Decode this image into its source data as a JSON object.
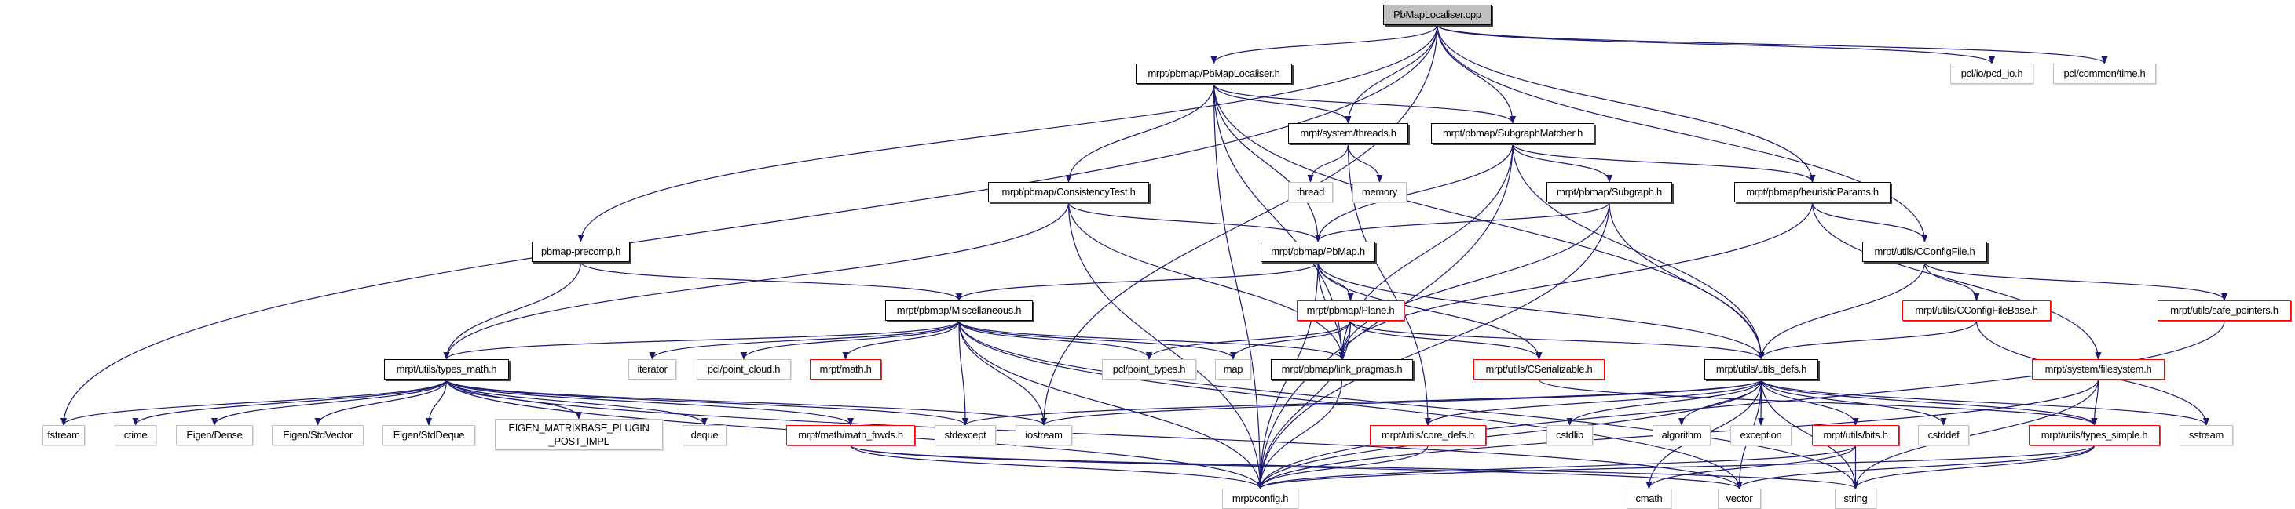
{
  "colors": {
    "edge": "#191970",
    "red_border": "#ff0000",
    "external_border": "#bfbfbf",
    "root_fill": "#bfbfbf"
  },
  "nodes": {
    "root": "PbMapLocaliser.cpp",
    "PbMapLocaliser_h": "mrpt/pbmap/PbMapLocaliser.h",
    "pcd_io": "pcl/io/pcd_io.h",
    "time_h": "pcl/common/time.h",
    "threads": "mrpt/system/threads.h",
    "SubgraphMatcher": "mrpt/pbmap/SubgraphMatcher.h",
    "thread": "thread",
    "memory": "memory",
    "ConsistencyTest": "mrpt/pbmap/ConsistencyTest.h",
    "Subgraph": "mrpt/pbmap/Subgraph.h",
    "heuristicParams": "mrpt/pbmap/heuristicParams.h",
    "precomp": "pbmap-precomp.h",
    "PbMap": "mrpt/pbmap/PbMap.h",
    "CConfigFile": "mrpt/utils/CConfigFile.h",
    "Miscellaneous": "mrpt/pbmap/Miscellaneous.h",
    "Plane": "mrpt/pbmap/Plane.h",
    "CConfigFileBase": "mrpt/utils/CConfigFileBase.h",
    "safe_pointers": "mrpt/utils/safe_pointers.h",
    "types_math": "mrpt/utils/types_math.h",
    "iterator": "iterator",
    "point_cloud": "pcl/point_cloud.h",
    "math_h": "mrpt/math.h",
    "point_types": "pcl/point_types.h",
    "map": "map",
    "link_pragmas": "mrpt/pbmap/link_pragmas.h",
    "CSerializable": "mrpt/utils/CSerializable.h",
    "utils_defs": "mrpt/utils/utils_defs.h",
    "filesystem": "mrpt/system/filesystem.h",
    "fstream": "fstream",
    "ctime": "ctime",
    "Dense": "Eigen/Dense",
    "StdVector": "Eigen/StdVector",
    "StdDeque": "Eigen/StdDeque",
    "EIGEN": "EIGEN_MATRIXBASE_PLUGIN\n_POST_IMPL",
    "deque": "deque",
    "math_frwds": "mrpt/math/math_frwds.h",
    "stdexcept": "stdexcept",
    "iostream": "iostream",
    "core_defs": "mrpt/utils/core_defs.h",
    "cstdlib": "cstdlib",
    "algorithm": "algorithm",
    "exception": "exception",
    "bits": "mrpt/utils/bits.h",
    "cstddef": "cstddef",
    "types_simple": "mrpt/utils/types_simple.h",
    "sstream": "sstream",
    "config": "mrpt/config.h",
    "cmath": "cmath",
    "vector": "vector",
    "string": "string"
  },
  "edges": [
    [
      "root",
      "PbMapLocaliser_h"
    ],
    [
      "root",
      "pcd_io"
    ],
    [
      "root",
      "time_h"
    ],
    [
      "root",
      "threads"
    ],
    [
      "root",
      "SubgraphMatcher"
    ],
    [
      "root",
      "heuristicParams"
    ],
    [
      "root",
      "CConfigFile"
    ],
    [
      "root",
      "fstream"
    ],
    [
      "root",
      "precomp"
    ],
    [
      "root",
      "iostream"
    ],
    [
      "PbMapLocaliser_h",
      "threads"
    ],
    [
      "PbMapLocaliser_h",
      "SubgraphMatcher"
    ],
    [
      "PbMapLocaliser_h",
      "ConsistencyTest"
    ],
    [
      "PbMapLocaliser_h",
      "PbMap"
    ],
    [
      "PbMapLocaliser_h",
      "link_pragmas"
    ],
    [
      "PbMapLocaliser_h",
      "utils_defs"
    ],
    [
      "PbMapLocaliser_h",
      "config"
    ],
    [
      "threads",
      "thread"
    ],
    [
      "threads",
      "memory"
    ],
    [
      "threads",
      "core_defs"
    ],
    [
      "SubgraphMatcher",
      "Subgraph"
    ],
    [
      "SubgraphMatcher",
      "heuristicParams"
    ],
    [
      "SubgraphMatcher",
      "PbMap"
    ],
    [
      "SubgraphMatcher",
      "link_pragmas"
    ],
    [
      "SubgraphMatcher",
      "utils_defs"
    ],
    [
      "SubgraphMatcher",
      "config"
    ],
    [
      "Subgraph",
      "PbMap"
    ],
    [
      "Subgraph",
      "link_pragmas"
    ],
    [
      "Subgraph",
      "utils_defs"
    ],
    [
      "Subgraph",
      "config"
    ],
    [
      "heuristicParams",
      "CConfigFile"
    ],
    [
      "heuristicParams",
      "link_pragmas"
    ],
    [
      "heuristicParams",
      "filesystem"
    ],
    [
      "ConsistencyTest",
      "PbMap"
    ],
    [
      "ConsistencyTest",
      "types_math"
    ],
    [
      "ConsistencyTest",
      "link_pragmas"
    ],
    [
      "ConsistencyTest",
      "config"
    ],
    [
      "precomp",
      "types_math"
    ],
    [
      "precomp",
      "Miscellaneous"
    ],
    [
      "PbMap",
      "Miscellaneous"
    ],
    [
      "PbMap",
      "Plane"
    ],
    [
      "PbMap",
      "link_pragmas"
    ],
    [
      "PbMap",
      "CSerializable"
    ],
    [
      "PbMap",
      "utils_defs"
    ],
    [
      "PbMap",
      "config"
    ],
    [
      "CConfigFile",
      "CConfigFileBase"
    ],
    [
      "CConfigFile",
      "safe_pointers"
    ],
    [
      "CConfigFile",
      "utils_defs"
    ],
    [
      "Miscellaneous",
      "types_math"
    ],
    [
      "Miscellaneous",
      "iterator"
    ],
    [
      "Miscellaneous",
      "point_cloud"
    ],
    [
      "Miscellaneous",
      "math_h"
    ],
    [
      "Miscellaneous",
      "point_types"
    ],
    [
      "Miscellaneous",
      "map"
    ],
    [
      "Miscellaneous",
      "link_pragmas"
    ],
    [
      "Miscellaneous",
      "stdexcept"
    ],
    [
      "Miscellaneous",
      "iostream"
    ],
    [
      "Miscellaneous",
      "config"
    ],
    [
      "Miscellaneous",
      "vector"
    ],
    [
      "Miscellaneous",
      "string"
    ],
    [
      "Plane",
      "point_types"
    ],
    [
      "Plane",
      "map"
    ],
    [
      "Plane",
      "link_pragmas"
    ],
    [
      "Plane",
      "CSerializable"
    ],
    [
      "Plane",
      "utils_defs"
    ],
    [
      "Plane",
      "config"
    ],
    [
      "CConfigFileBase",
      "utils_defs"
    ],
    [
      "CConfigFileBase",
      "sstream"
    ],
    [
      "safe_pointers",
      "config"
    ],
    [
      "filesystem",
      "types_simple"
    ],
    [
      "filesystem",
      "config"
    ],
    [
      "filesystem",
      "string"
    ],
    [
      "types_math",
      "fstream"
    ],
    [
      "types_math",
      "ctime"
    ],
    [
      "types_math",
      "Dense"
    ],
    [
      "types_math",
      "StdVector"
    ],
    [
      "types_math",
      "StdDeque"
    ],
    [
      "types_math",
      "EIGEN"
    ],
    [
      "types_math",
      "deque"
    ],
    [
      "types_math",
      "math_frwds"
    ],
    [
      "types_math",
      "stdexcept"
    ],
    [
      "types_math",
      "iostream"
    ],
    [
      "types_math",
      "config"
    ],
    [
      "types_math",
      "vector"
    ],
    [
      "link_pragmas",
      "config"
    ],
    [
      "CSerializable",
      "types_simple"
    ],
    [
      "utils_defs",
      "core_defs"
    ],
    [
      "utils_defs",
      "cstdlib"
    ],
    [
      "utils_defs",
      "algorithm"
    ],
    [
      "utils_defs",
      "exception"
    ],
    [
      "utils_defs",
      "bits"
    ],
    [
      "utils_defs",
      "cstddef"
    ],
    [
      "utils_defs",
      "types_simple"
    ],
    [
      "utils_defs",
      "sstream"
    ],
    [
      "utils_defs",
      "stdexcept"
    ],
    [
      "utils_defs",
      "iostream"
    ],
    [
      "utils_defs",
      "config"
    ],
    [
      "utils_defs",
      "cmath"
    ],
    [
      "utils_defs",
      "vector"
    ],
    [
      "utils_defs",
      "string"
    ],
    [
      "math_frwds",
      "config"
    ],
    [
      "math_frwds",
      "string"
    ],
    [
      "math_frwds",
      "vector"
    ],
    [
      "core_defs",
      "config"
    ],
    [
      "bits",
      "config"
    ],
    [
      "bits",
      "cmath"
    ],
    [
      "bits",
      "string"
    ],
    [
      "types_simple",
      "vector"
    ],
    [
      "types_simple",
      "string"
    ],
    [
      "types_simple",
      "config"
    ]
  ]
}
